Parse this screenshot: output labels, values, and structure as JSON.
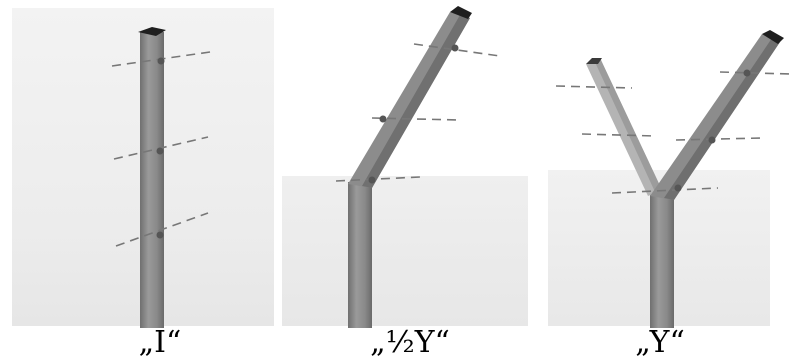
{
  "variants": [
    {
      "caption": "„I“"
    },
    {
      "caption": "„½Y“"
    },
    {
      "caption": "„Y“"
    }
  ],
  "colors": {
    "post": "#8c8c8c",
    "post_shadow": "#6e6e6e",
    "post_top": "#222222",
    "wire": "#777777"
  }
}
